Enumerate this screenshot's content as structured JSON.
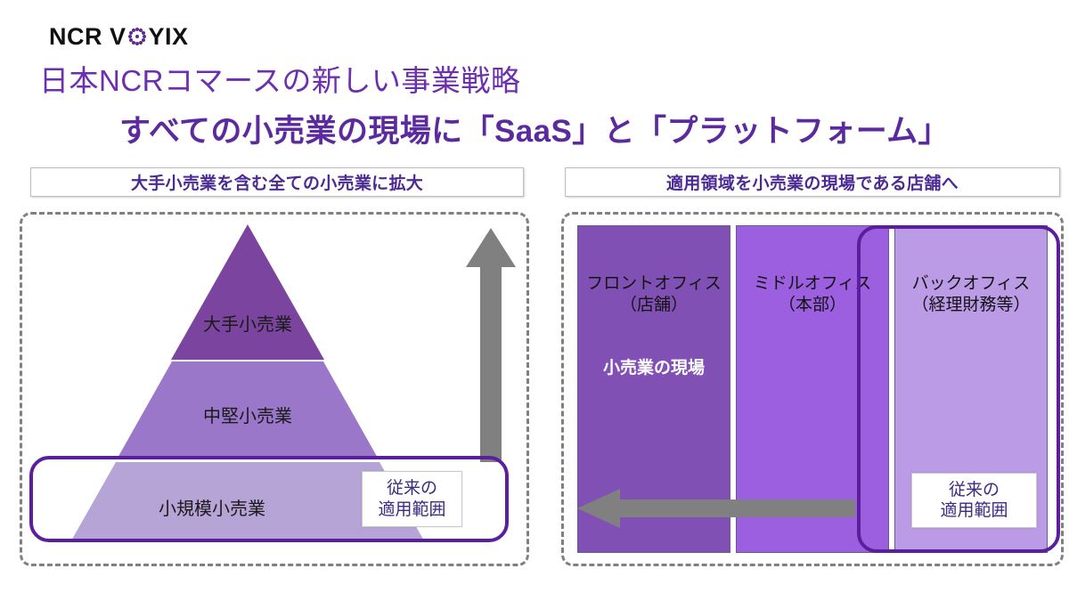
{
  "logo": {
    "part1": "NCR V",
    "part2": "YIX",
    "icon": "dotted-circle-o",
    "accent_color": "#5f2a8c"
  },
  "subtitle": "日本NCRコマースの新しい事業戦略",
  "main_title": "すべての小売業の現場に「SaaS」と「プラットフォーム」",
  "colors": {
    "title_purple": "#5b2a9e",
    "subtitle_purple": "#6b2fb0",
    "header_text": "#4b2a94",
    "highlight_border": "#5b1f9e",
    "arrow_gray": "#808080",
    "dashed_gray": "#808080",
    "tier_top": "#7b459f",
    "tier_middle": "#9a77c9",
    "tier_bottom": "#b6a4d7",
    "col_front": "#8150b5",
    "col_middle": "#9b5fe0",
    "col_back": "#bb9ae6"
  },
  "left_panel": {
    "header": "大手小売業を含む全ての小売業に拡大",
    "pyramid": {
      "type": "pyramid",
      "tiers": [
        {
          "label": "大手小売業",
          "level": 1,
          "color": "#7b459f"
        },
        {
          "label": "中堅小売業",
          "level": 2,
          "color": "#9a77c9"
        },
        {
          "label": "小規模小売業",
          "level": 3,
          "color": "#b6a4d7"
        }
      ]
    },
    "callout": {
      "line1": "従来の",
      "line2": "適用範囲"
    },
    "arrow": {
      "name": "up-arrow",
      "direction": "up",
      "color": "#808080"
    },
    "highlight_target": "小規模小売業"
  },
  "right_panel": {
    "header": "適用領域を小売業の現場である店舗へ",
    "columns": [
      {
        "title_line1": "フロントオフィス",
        "title_line2": "（店舗）",
        "sub": "小売業の現場",
        "color": "#8150b5",
        "highlighted": false
      },
      {
        "title_line1": "ミドルオフィス",
        "title_line2": "（本部）",
        "sub": "",
        "color": "#9b5fe0",
        "highlighted": false
      },
      {
        "title_line1": "バックオフィス",
        "title_line2": "（経理財務等）",
        "sub": "",
        "color": "#bb9ae6",
        "highlighted": true
      }
    ],
    "callout": {
      "line1": "従来の",
      "line2": "適用範囲"
    },
    "arrow": {
      "name": "left-arrow",
      "direction": "left",
      "color": "#808080"
    }
  }
}
